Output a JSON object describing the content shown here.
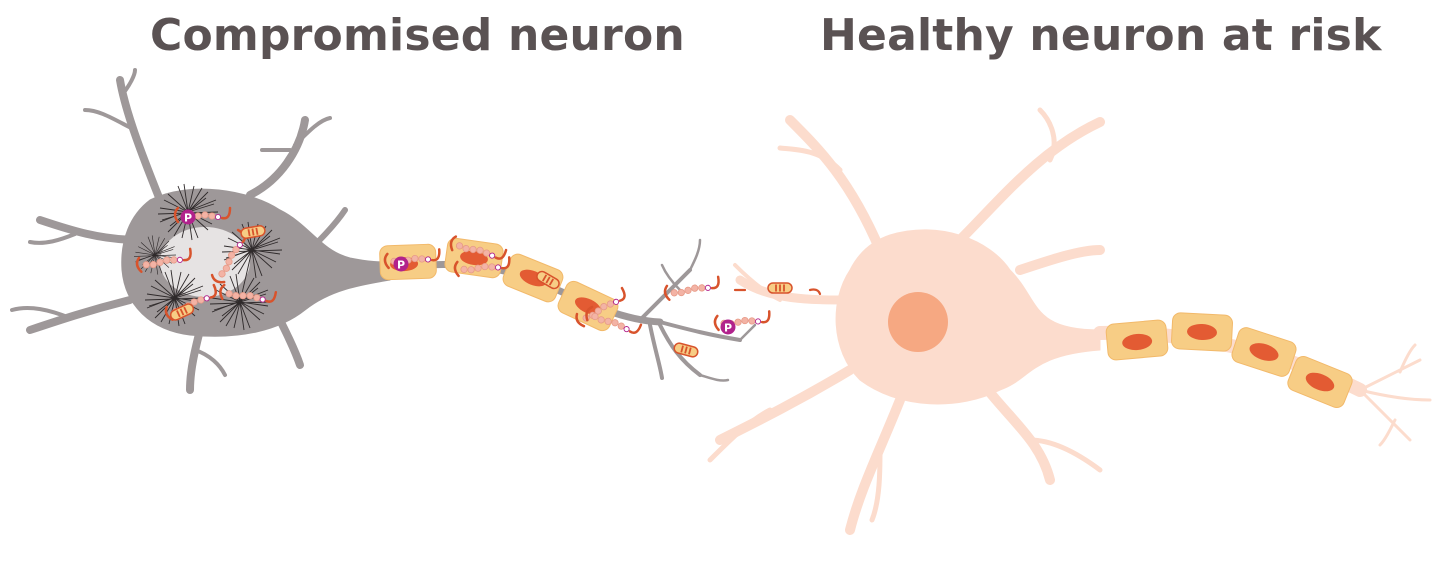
{
  "titles": {
    "left": "Compromised neuron",
    "right": "Healthy neuron at risk"
  },
  "labels": {
    "phospho_marker": "P"
  },
  "colors": {
    "title_text": "#5a5253",
    "compromised_neuron_body": "#9e9899",
    "healthy_neuron_body": "#fcdccd",
    "healthy_nucleus": "#f6a882",
    "myelin_sheath": "#f7cd85",
    "myelin_nucleus": "#e35b33",
    "tau_chain": "#f3b3a5",
    "tau_tail": "#d8532c",
    "phospho_marker": "#b1228c",
    "tangle": "#2f2a2b"
  },
  "icons": [
    "compromised-neuron-illustration",
    "healthy-neuron-illustration",
    "tau-protein-icon",
    "phosphate-icon",
    "neurofibrillary-tangle-icon"
  ]
}
